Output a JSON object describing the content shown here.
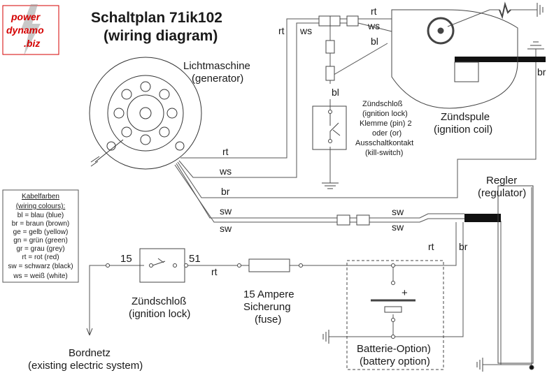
{
  "title": {
    "line1": "Schaltplan 71ik102",
    "line2": "(wiring diagram)"
  },
  "logo": {
    "line1": "power",
    "line2": "dynamo",
    "line3": ".biz",
    "color": "#d40000"
  },
  "generator": {
    "name": "Lichtmaschine",
    "translation": "(generator)"
  },
  "ignition_coil": {
    "name": "Zündspule",
    "translation": "(ignition coil)"
  },
  "kill_switch_note": {
    "l1": "Zündschloß",
    "l2": "(ignition lock)",
    "l3": "Klemme (pin) 2",
    "l4": "oder (or)",
    "l5": "Ausschaltkontakt",
    "l6": "(kill-switch)"
  },
  "regulator": {
    "name": "Regler",
    "translation": "(regulator)"
  },
  "ignition_lock": {
    "name": "Zündschloß",
    "translation": "(ignition lock)",
    "pin_left": "15",
    "pin_right": "51"
  },
  "fuse": {
    "l1": "15 Ampere",
    "l2": "Sicherung",
    "l3": "(fuse)"
  },
  "battery": {
    "name": "Batterie-Option)",
    "translation": "(battery option)",
    "plus": "+"
  },
  "bordnetz": {
    "name": "Bordnetz",
    "translation": "(existing electric system)"
  },
  "wire_labels": {
    "rt": "rt",
    "ws": "ws",
    "bl": "bl",
    "br": "br",
    "sw": "sw"
  },
  "legend": {
    "title": "Kabelfarben",
    "subtitle": "(wiring colours):",
    "items": [
      "bl = blau (blue)",
      "br = braun (brown)",
      "ge = gelb (yellow)",
      "gn = grün (green)",
      "gr = grau (grey)",
      "rt = rot (red)",
      "sw = schwarz (black)",
      "ws = weiß (white)"
    ]
  }
}
